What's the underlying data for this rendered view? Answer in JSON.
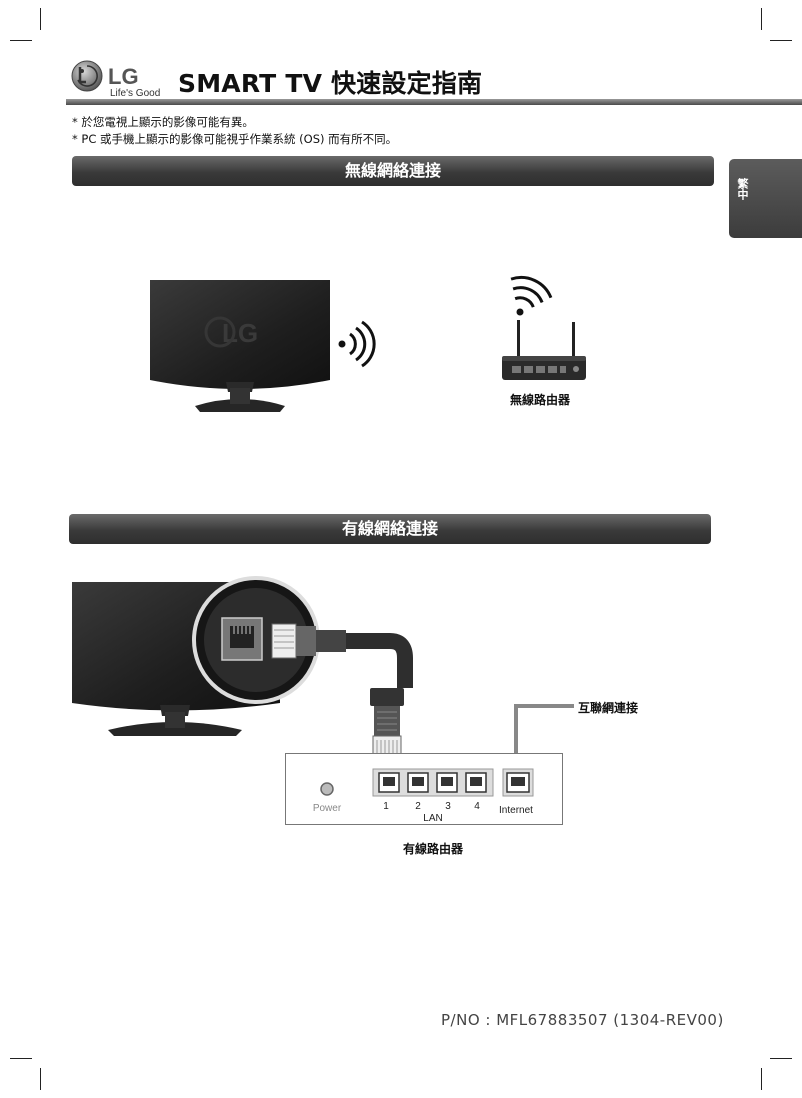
{
  "header": {
    "logo_text": "LG",
    "logo_tagline": "Life's Good",
    "title": "SMART TV 快速設定指南"
  },
  "notes": [
    "* 於您電視上顯示的影像可能有異。",
    "* PC 或手機上顯示的影像可能視乎作業系統 (OS) 而有所不同。"
  ],
  "language_tab": {
    "label": "繁中"
  },
  "wireless_section": {
    "title": "無線網絡連接",
    "router_caption": "無線路由器",
    "tv_logo_text": "LG"
  },
  "wired_section": {
    "title": "有線網絡連接",
    "internet_caption": "互聯網連接",
    "router_caption": "有線路由器",
    "router_panel": {
      "power_label": "Power",
      "lan_port_numbers": [
        "1",
        "2",
        "3",
        "4"
      ],
      "lan_label": "LAN",
      "internet_label": "Internet"
    }
  },
  "footer": {
    "part_number": "P/NO : MFL67883507 (1304-REV00)"
  },
  "colors": {
    "section_bar": "#3a3a3a",
    "header_rule": "#555555",
    "tv_screen": "#1c1c1c"
  }
}
